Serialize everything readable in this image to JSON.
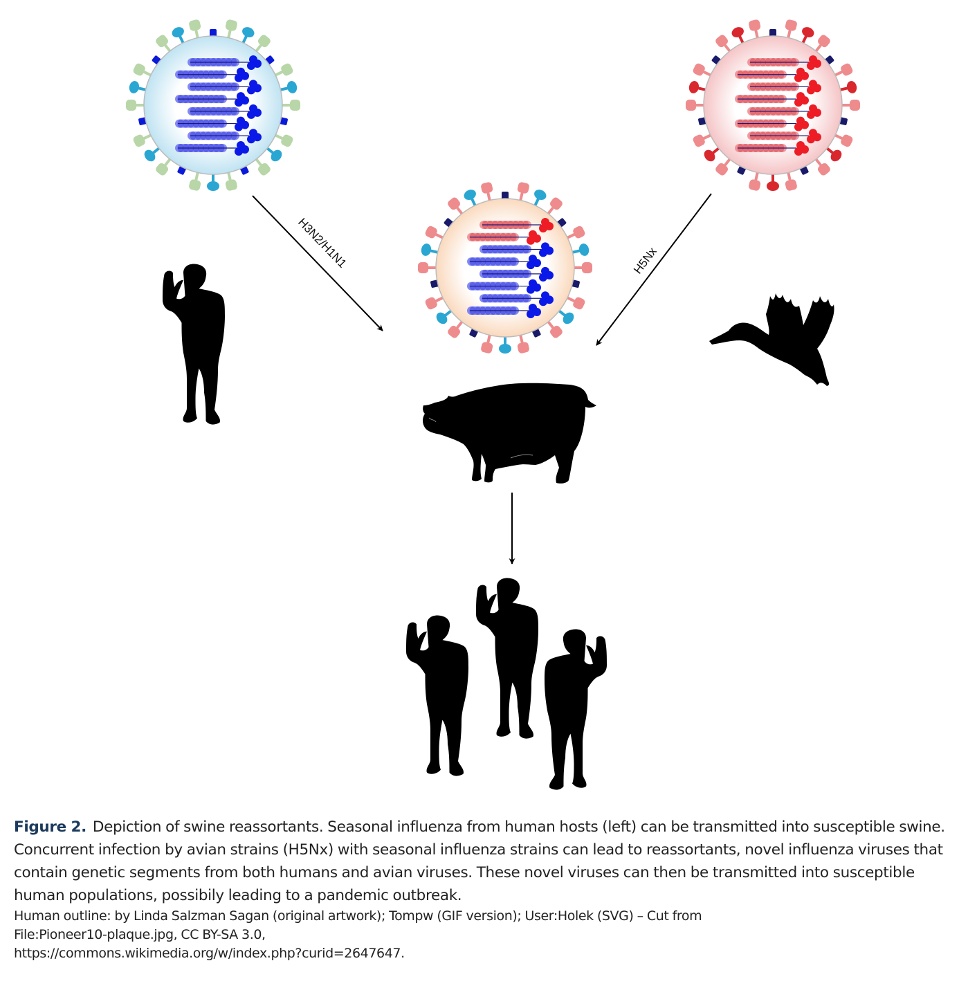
{
  "figure": {
    "label": "Figure 2.",
    "caption": "Depiction of swine reassortants. Seasonal influenza from human hosts (left) can be transmitted into susceptible swine. Concurrent infection by avian strains (H5Nx) with seasonal influenza strains can lead to reassortants, novel influenza viruses that contain genetic segments from both humans and avian viruses. These novel viruses can then be transmitted into susceptible human populations, possibily leading to a pandemic outbreak.",
    "credit_lines": [
      "Human outline: by Linda Salzman Sagan (original artwork); Tompw (GIF version); User:Holek (SVG) – Cut from",
      "File:Pioneer10-plaque.jpg, CC BY-SA 3.0,",
      "https://commons.wikimedia.org/w/index.php?curid=2647647."
    ]
  },
  "diagram": {
    "nodes": [
      {
        "id": "human-virus",
        "label": "",
        "type": "virus",
        "strain": "human",
        "icon": "human-influenza-virus-icon"
      },
      {
        "id": "avian-virus",
        "label": "",
        "type": "virus",
        "strain": "avian",
        "icon": "avian-influenza-virus-icon"
      },
      {
        "id": "reassortant-virus",
        "label": "",
        "type": "virus",
        "strain": "reassortant",
        "icon": "reassortant-virus-icon"
      },
      {
        "id": "human-host",
        "label": "",
        "type": "host",
        "icon": "human-silhouette-icon"
      },
      {
        "id": "avian-host",
        "label": "",
        "type": "host",
        "icon": "duck-silhouette-icon"
      },
      {
        "id": "swine-host",
        "label": "",
        "type": "host",
        "icon": "pig-silhouette-icon"
      },
      {
        "id": "human-population",
        "label": "",
        "type": "host-group",
        "count": 3,
        "icon": "human-group-silhouette-icon"
      }
    ],
    "edges": [
      {
        "from": "human-virus",
        "to": "swine-host",
        "label": "H3N2/H1N1"
      },
      {
        "from": "avian-virus",
        "to": "swine-host",
        "label": "H5Nx"
      },
      {
        "from": "swine-host",
        "to": "human-population",
        "label": ""
      }
    ],
    "virus_styles": {
      "human": {
        "envelope": "#d5eef7",
        "core": "#ffffff",
        "segment": "#6e74f2",
        "segment_core": "#3a3fe0",
        "polymerase": "#0a18e8",
        "ha": "#b8d6a8",
        "na": "#2aa6d2",
        "m2": "#0a1ad8",
        "segments": [
          "human",
          "human",
          "human",
          "human",
          "human",
          "human",
          "human",
          "human"
        ]
      },
      "avian": {
        "envelope": "#f8d8d8",
        "core": "#ffffff",
        "segment": "#ee8a8e",
        "segment_core": "#d9474f",
        "polymerase": "#ee1c25",
        "ha": "#ee8b8d",
        "na": "#d9272e",
        "m2": "#1a1a6a",
        "segments": [
          "avian",
          "avian",
          "avian",
          "avian",
          "avian",
          "avian",
          "avian",
          "avian"
        ]
      },
      "reassortant": {
        "envelope": "#fbe3cc",
        "core": "#ffffff",
        "ha": "#ee8b8d",
        "na": "#2aa6d2",
        "m2": "#1a1a6a",
        "segments": [
          "avian",
          "avian",
          "human",
          "human",
          "human",
          "human",
          "human",
          "human"
        ]
      }
    }
  }
}
